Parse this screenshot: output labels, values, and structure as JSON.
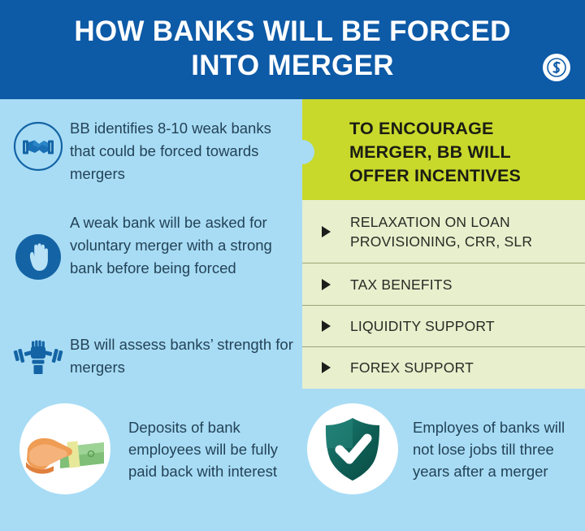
{
  "header": {
    "title_line1": "HOW BANKS WILL BE FORCED",
    "title_line2": "INTO MERGER",
    "logo_name": "business-standard-logo",
    "logo_letter": "S",
    "background_color": "#0d5aa7"
  },
  "colors": {
    "header_blue": "#0d5aa7",
    "panel_light_blue": "#a8dcf5",
    "accent_green": "#c9d92b",
    "list_green": "#e7efcd",
    "icon_blue": "#1464a5",
    "text_navy": "#234357",
    "shield_teal": "#0d5b52",
    "money_green": "#8fc98a",
    "hand_orange": "#ef9c54"
  },
  "left_column": {
    "facts": [
      {
        "icon": "handshake-circle-icon",
        "text": "BB identifies 8-10 weak banks that could be forced towards mergers"
      },
      {
        "icon": "raised-hand-circle-icon",
        "text": "A weak bank will be asked for voluntary merger with a strong bank before being forced"
      },
      {
        "icon": "strength-dumbbell-icon",
        "text": "BB will assess banks’ strength for mergers"
      }
    ]
  },
  "right_column": {
    "heading": {
      "line1": "TO ENCOURAGE",
      "line2": "MERGER, BB WILL",
      "line3": "OFFER INCENTIVES"
    },
    "incentives": [
      {
        "line1": "RELAXATION ON LOAN",
        "line2": "PROVISIONING, CRR, SLR"
      },
      {
        "line1": "TAX BENEFITS",
        "line2": ""
      },
      {
        "line1": "LIQUIDITY SUPPORT",
        "line2": ""
      },
      {
        "line1": "FOREX SUPPORT",
        "line2": ""
      }
    ]
  },
  "bottom": {
    "items": [
      {
        "icon": "hand-holding-cash-icon",
        "text": "Deposits of bank employees will be fully paid back with interest"
      },
      {
        "icon": "shield-check-icon",
        "text": "Employes of banks will not lose jobs till three years after a merger"
      }
    ]
  }
}
